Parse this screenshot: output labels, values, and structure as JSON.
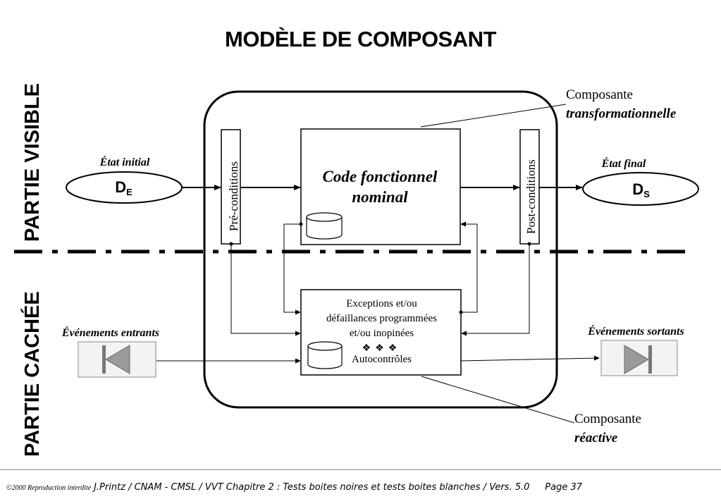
{
  "title": "MODÈLE DE COMPOSANT",
  "side_labels": {
    "visible": "PARTIE VISIBLE",
    "hidden": "PARTIE CACHÉE"
  },
  "inputs": {
    "etat_initial": "État initial",
    "de_main": "D",
    "de_sub": "E",
    "evenements_entrants": "Événements entrants"
  },
  "outputs": {
    "etat_final": "État final",
    "ds_main": "D",
    "ds_sub": "S",
    "evenements_sortants": "Événements sortants"
  },
  "component": {
    "pre_conditions": "Pré-conditions",
    "post_conditions": "Post-conditions",
    "code_line1": "Code fonctionnel",
    "code_line2": "nominal",
    "exc_line1": "Exceptions et/ou",
    "exc_line2": "défaillances programmées",
    "exc_line3": "et/ou inopinées",
    "exc_symbols": "❖❖❖",
    "exc_line4": "Autocontrôles"
  },
  "callouts": {
    "transformationnelle_line1": "Composante",
    "transformationnelle_line2": "transformationnelle",
    "reactive_line1": "Composante",
    "reactive_line2": "réactive"
  },
  "footer": {
    "copyright": "©2000 Reproduction interdite",
    "text": "J.Printz / CNAM - CMSL / VVT Chapitre 2  : Tests boites noires et tests boites blanches / Vers. 5.0",
    "page": "Page 37"
  },
  "icons": {
    "database": "database-icon",
    "play_reverse": "rewind-icon",
    "play_forward": "play-icon"
  }
}
